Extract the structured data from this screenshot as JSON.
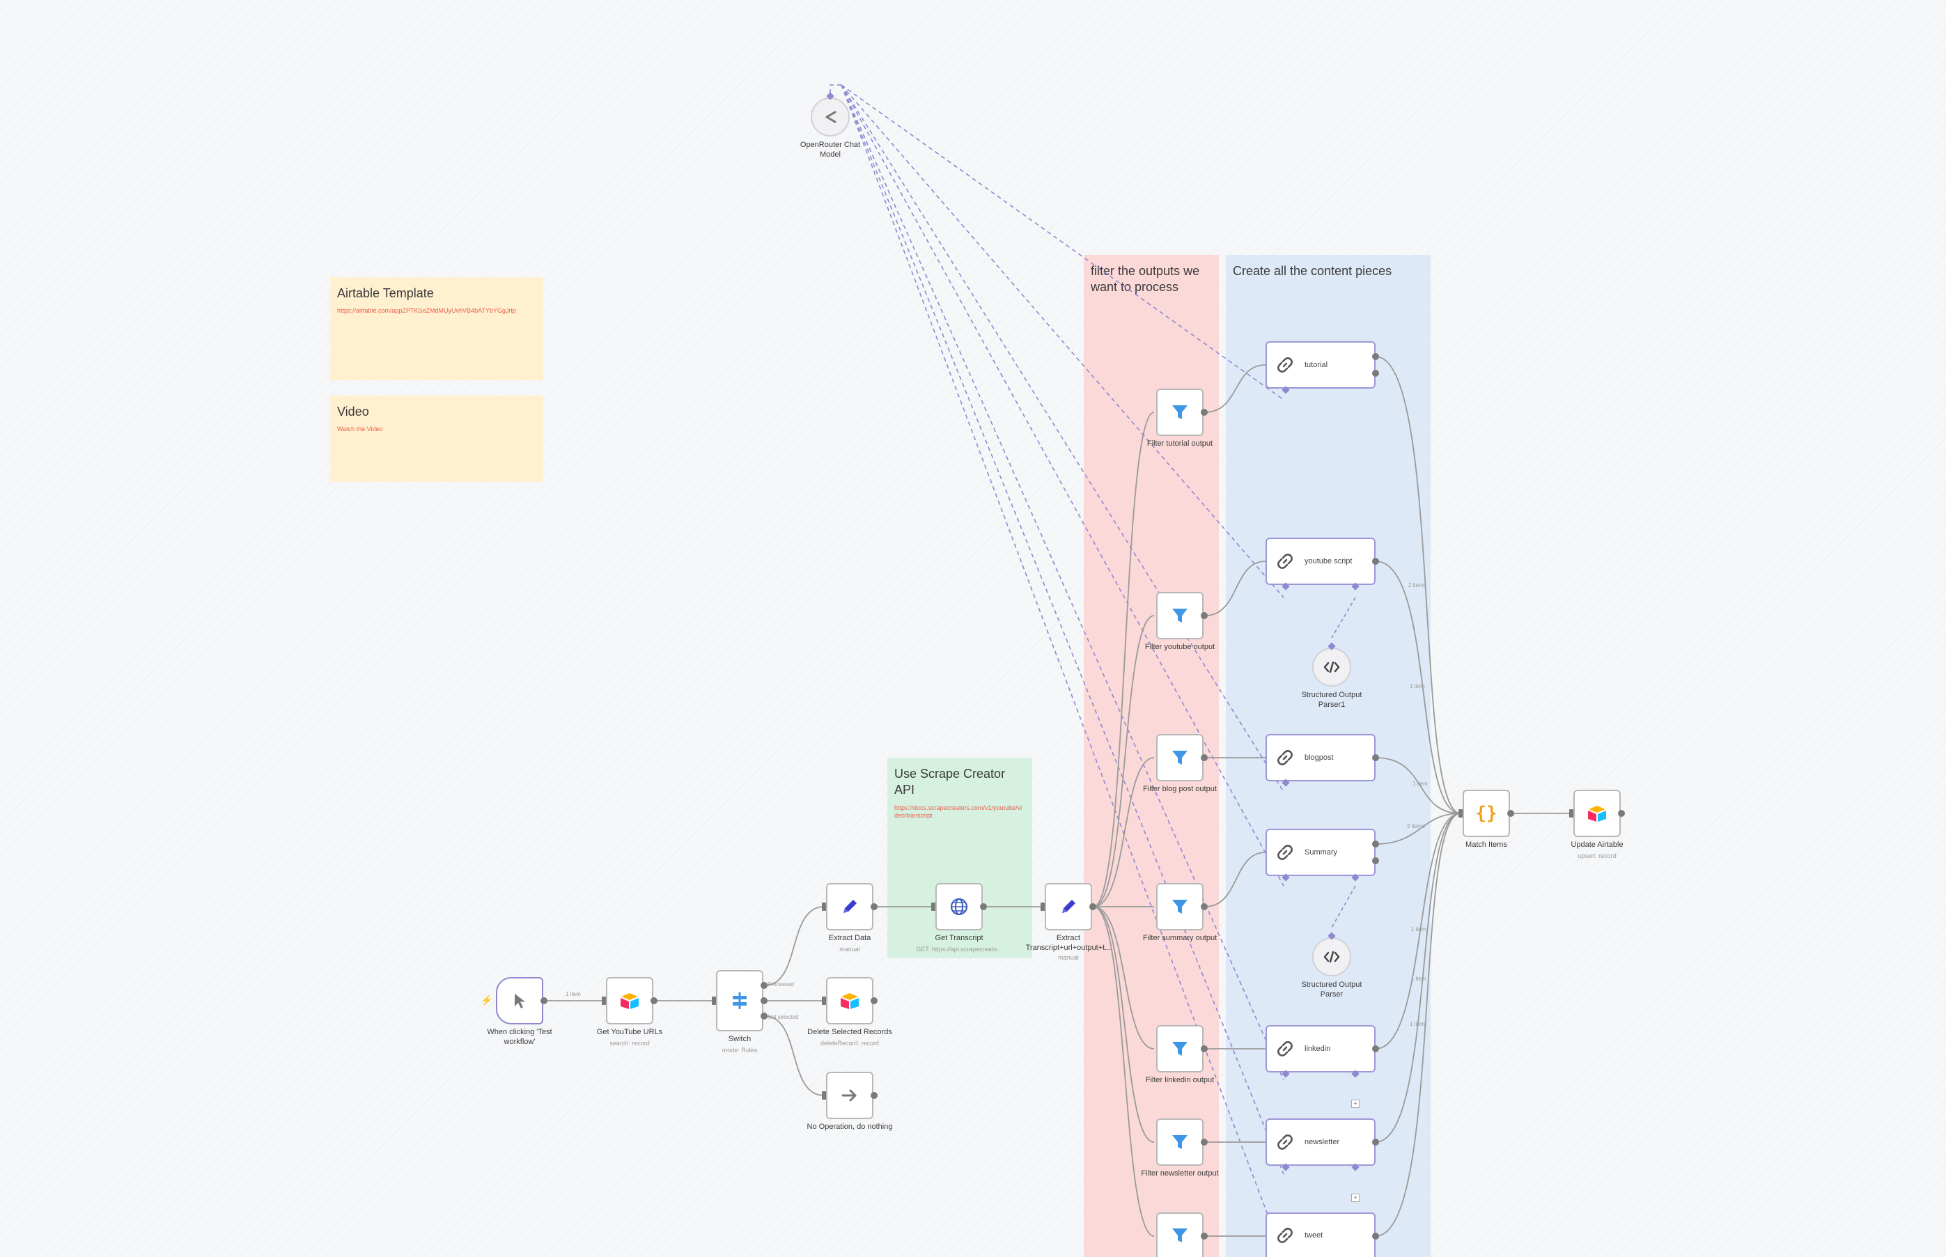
{
  "sticky_notes": {
    "airtable": {
      "title": "Airtable Template",
      "link": "https://airtable.com/appZPTKSeZMdMUyUvhVB4bATYbYGgJrtp"
    },
    "video": {
      "title": "Video",
      "link": "Watch the Video"
    },
    "filter_group": {
      "title": "filter the outputs we want to process"
    },
    "content_group": {
      "title": "Create all the content pieces"
    },
    "scrape_api": {
      "title": "Use Scrape Creator API",
      "link": "https://docs.scrapecreators.com/v1/youtube/video/transcript"
    }
  },
  "nodes": {
    "trigger": {
      "label": "When clicking 'Test workflow'",
      "icon": "cursor-icon"
    },
    "get_urls": {
      "label": "Get YouTube URLs",
      "sub": "search: record",
      "icon": "airtable-icon"
    },
    "switch": {
      "label": "Switch",
      "sub": "mode: Rules",
      "icon": "switch-icon"
    },
    "extract_data": {
      "label": "Extract Data",
      "sub": "manual",
      "icon": "pencil-icon"
    },
    "delete_records": {
      "label": "Delete Selected Records",
      "sub": "deleteRecord: record",
      "icon": "airtable-icon"
    },
    "noop": {
      "label": "No Operation, do nothing",
      "icon": "arrow-right-icon"
    },
    "get_transcript": {
      "label": "Get Transcript",
      "sub": "GET: https://api.scrapecreato...",
      "icon": "globe-icon"
    },
    "extract_transcript": {
      "label": "Extract Transcript+url+output+t...",
      "sub": "manual",
      "icon": "pencil-icon"
    },
    "openrouter": {
      "label": "OpenRouter Chat Model",
      "icon": "openrouter-icon"
    },
    "filter_tutorial": {
      "label": "Filter tutorial output",
      "icon": "filter-icon"
    },
    "filter_youtube": {
      "label": "Filter youtube output",
      "icon": "filter-icon"
    },
    "filter_blog": {
      "label": "Filter blog post output",
      "icon": "filter-icon"
    },
    "filter_summary": {
      "label": "Filter summary output",
      "icon": "filter-icon"
    },
    "filter_linkedin": {
      "label": "Filter linkedin output",
      "icon": "filter-icon"
    },
    "filter_newsletter": {
      "label": "Filter newsletter output",
      "icon": "filter-icon"
    },
    "filter_tweet": {
      "label": "",
      "icon": "filter-icon"
    },
    "tutorial": {
      "label": "tutorial",
      "icon": "link-icon"
    },
    "youtube_script": {
      "label": "youtube script",
      "icon": "link-icon"
    },
    "blogpost": {
      "label": "blogpost",
      "icon": "link-icon"
    },
    "summary": {
      "label": "Summary",
      "icon": "link-icon"
    },
    "linkedin": {
      "label": "linkedin",
      "icon": "link-icon"
    },
    "newsletter": {
      "label": "newsletter",
      "icon": "link-icon"
    },
    "tweet": {
      "label": "tweet",
      "icon": "link-icon"
    },
    "parser1": {
      "label": "Structured Output Parser1",
      "icon": "code-icon"
    },
    "parser": {
      "label": "Structured Output Parser",
      "icon": "code-icon"
    },
    "match_items": {
      "label": "Match Items",
      "icon": "braces-icon"
    },
    "update_airtable": {
      "label": "Update Airtable",
      "sub": "upsert: record",
      "icon": "airtable-icon"
    }
  },
  "edge_labels": {
    "trigger_to_urls": "1 item",
    "tut_to_match": "2 items",
    "yt_to_match": "1 item",
    "blog_to_match": "1 item",
    "sum_to_match": "2 items",
    "li_to_match": "1 item",
    "nl_to_match": "1 item",
    "tw_to_match": "1 item",
    "switch_out0": "Processed",
    "switch_out1": "Not selected"
  },
  "colors": {
    "filter_group_bg": "#fbd9d9",
    "content_group_bg": "#dde9f7",
    "scrape_group_bg": "#d7f1e1",
    "sticky_bg": "#fff1cf",
    "ai_edge": "#8e89d0",
    "filter_icon": "#3f96e6",
    "pencil_icon": "#3b3bd1",
    "braces_icon": "#f0a020"
  }
}
